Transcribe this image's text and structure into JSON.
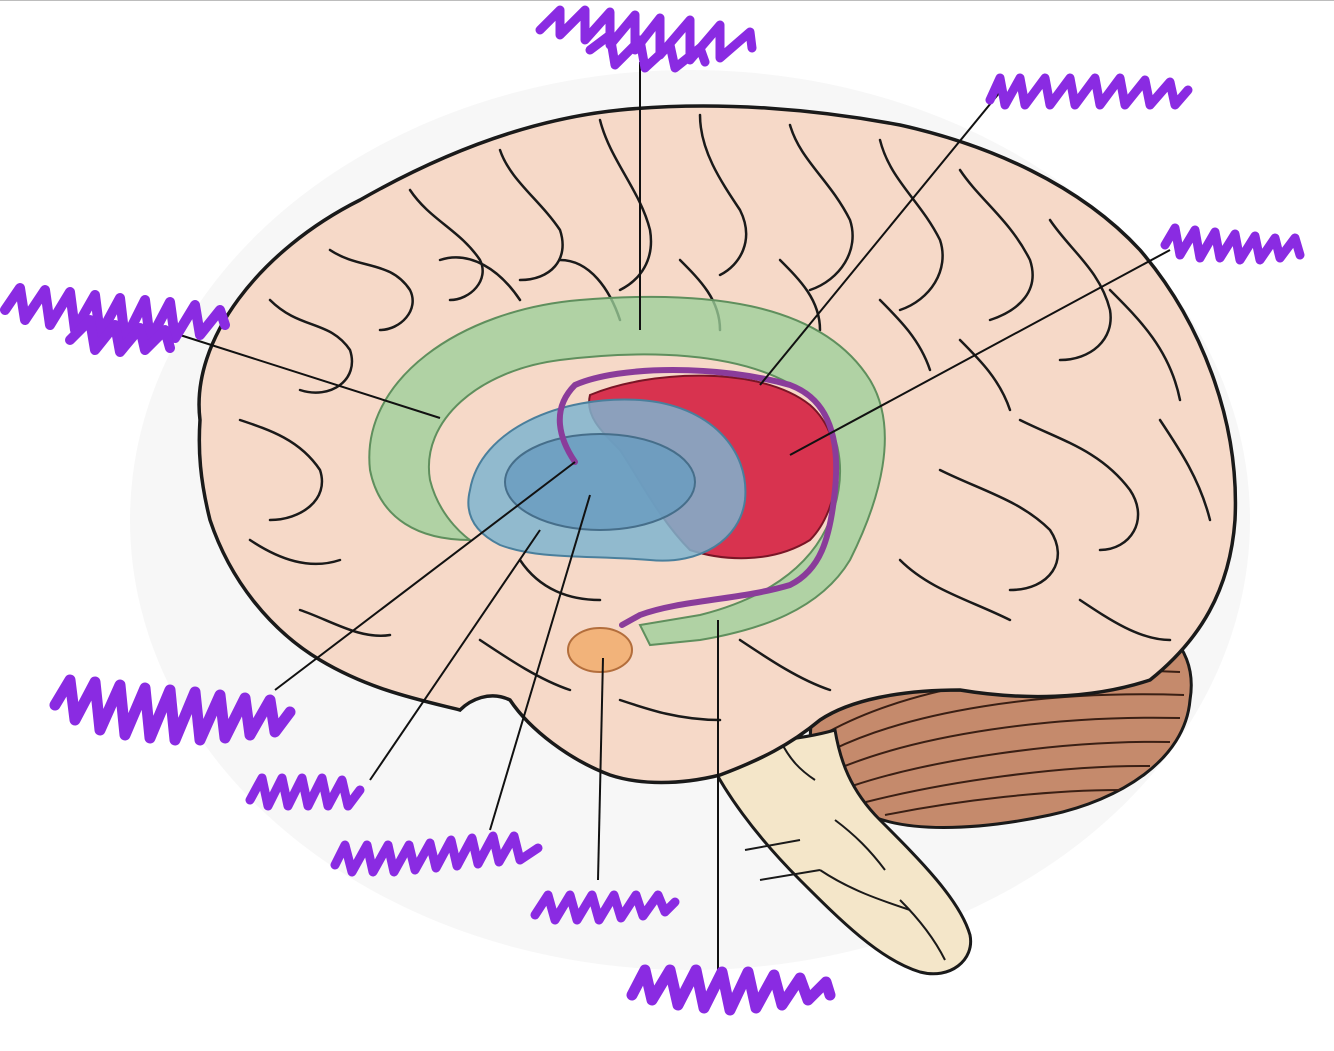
{
  "diagram": {
    "subject": "",
    "copyright": "",
    "colors": {
      "background": "#ffffff",
      "brain_fill": "#f6d9c8",
      "brain_outline": "#1a1a1a",
      "cingulate": "#9ccf9a",
      "thalamus_blue": "#7fb4cf",
      "hypothalamus_blue": "#6a9cc0",
      "red_region": "#d8334f",
      "fornix_purple": "#8a3c9a",
      "amygdala": "#f2b37a",
      "cerebellum": "#c58a6c",
      "brainstem": "#f4e6c9",
      "scribble": "#8a2be2",
      "leader_line": "#111111"
    }
  },
  "labels": [
    {
      "id": "top-center",
      "text": "",
      "redacted": true
    },
    {
      "id": "top-right",
      "text": "",
      "redacted": true
    },
    {
      "id": "right",
      "text": "",
      "redacted": true
    },
    {
      "id": "upper-left",
      "text": "",
      "redacted": true
    },
    {
      "id": "lower-left-1",
      "text": "",
      "redacted": true
    },
    {
      "id": "lower-left-2",
      "text": "",
      "redacted": true
    },
    {
      "id": "lower-left-3",
      "text": "",
      "redacted": true
    },
    {
      "id": "bottom-center",
      "text": "",
      "redacted": true
    },
    {
      "id": "bottom-right",
      "text": "",
      "redacted": true
    }
  ]
}
